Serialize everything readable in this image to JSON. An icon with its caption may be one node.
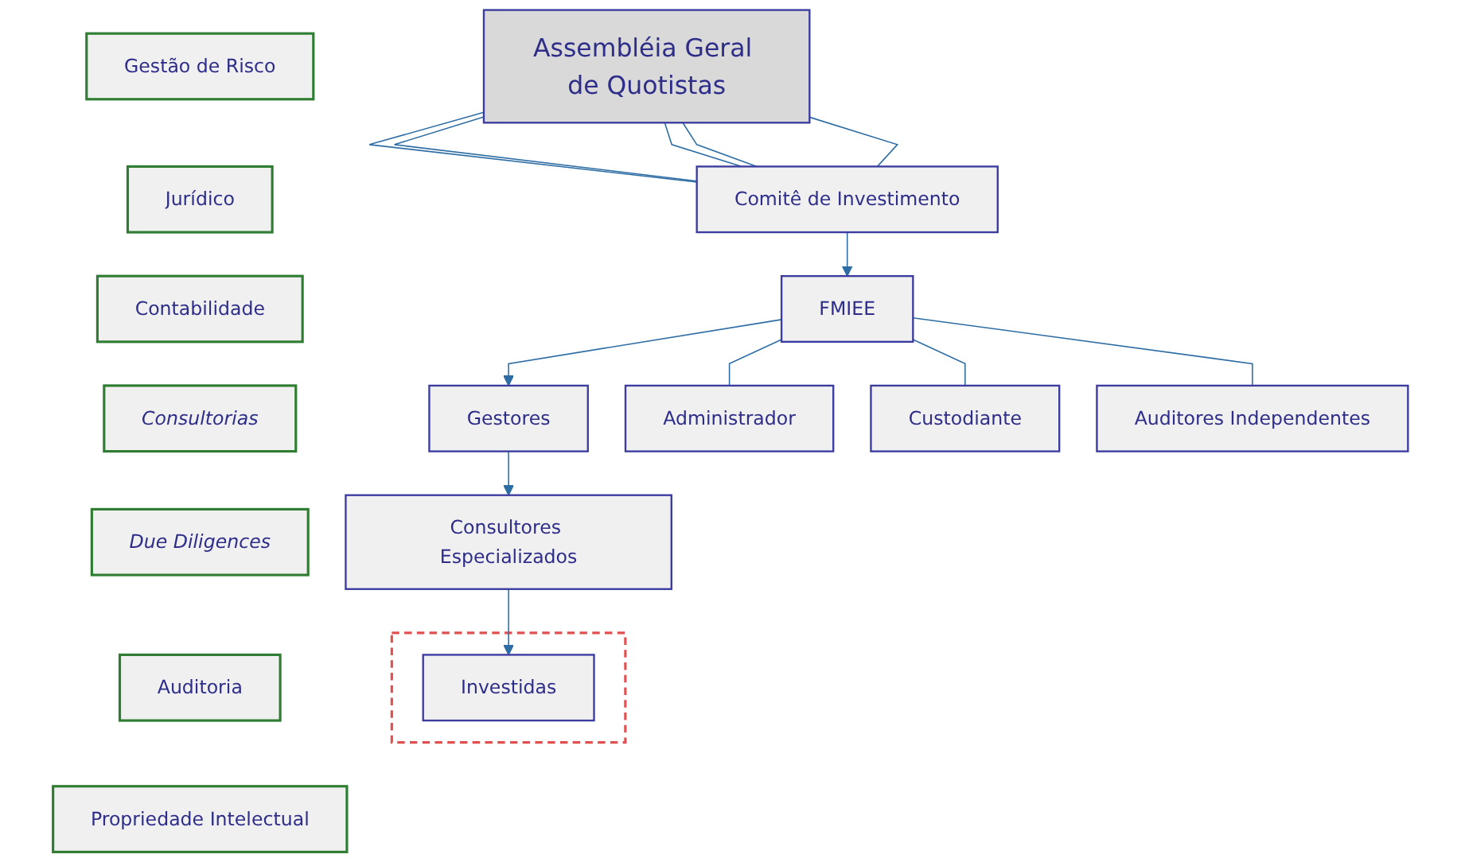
{
  "diagram": {
    "nodes": [
      {
        "text": [
          "Assembléia Geral de Quotistas"
        ]
      },
      {
        "text": [
          "Comitê de Investimento"
        ]
      },
      {
        "text": [
          "FMIEE"
        ]
      },
      {
        "text": [
          "Gestores"
        ]
      },
      {
        "text": [
          "Consultores Especializados"
        ]
      },
      {
        "text": [],
        "shape": "box"
      },
      {
        "text": [
          "Investidas"
        ],
        "in": 5
      },
      {
        "text": [
          "Administrador"
        ]
      },
      {
        "text": [
          "Custodiante"
        ]
      },
      {
        "text": [
          "Auditores Independentes"
        ]
      },
      {
        "text": [
          "Gestão de Risco"
        ]
      },
      {
        "text": [
          "Jurídico"
        ]
      },
      {
        "text": [
          "Contabilidade"
        ]
      },
      {
        "text": [
          "Consultorias"
        ]
      },
      {
        "text": [
          "Due Diligences"
        ]
      },
      {
        "text": [
          "Auditoria"
        ]
      },
      {
        "text": [
          "Propriedade Intelectual"
        ]
      }
    ],
    "edges": [
      {
        "from": 0,
        "to": 1,
        "arrow": "none"
      },
      {
        "from": 0,
        "to": 1,
        "arrow": "none"
      },
      {
        "from": 0,
        "to": 1,
        "arrow": "none"
      },
      {
        "from": 0,
        "to": 1,
        "arrow": "none"
      },
      {
        "from": 0,
        "to": 1,
        "arrow": "none"
      },
      {
        "from": 1,
        "to": 2,
        "arrow": "to"
      },
      {
        "from": 2,
        "to": 3,
        "arrow": "to"
      },
      {
        "from": 3,
        "to": 4,
        "arrow": "to"
      },
      {
        "from": 4,
        "to": 6,
        "arrow": "to"
      },
      {
        "from": 2,
        "to": 7,
        "arrow": "none"
      },
      {
        "from": 2,
        "to": 8,
        "arrow": "none"
      },
      {
        "from": 2,
        "to": 9,
        "arrow": "none"
      }
    ]
  }
}
